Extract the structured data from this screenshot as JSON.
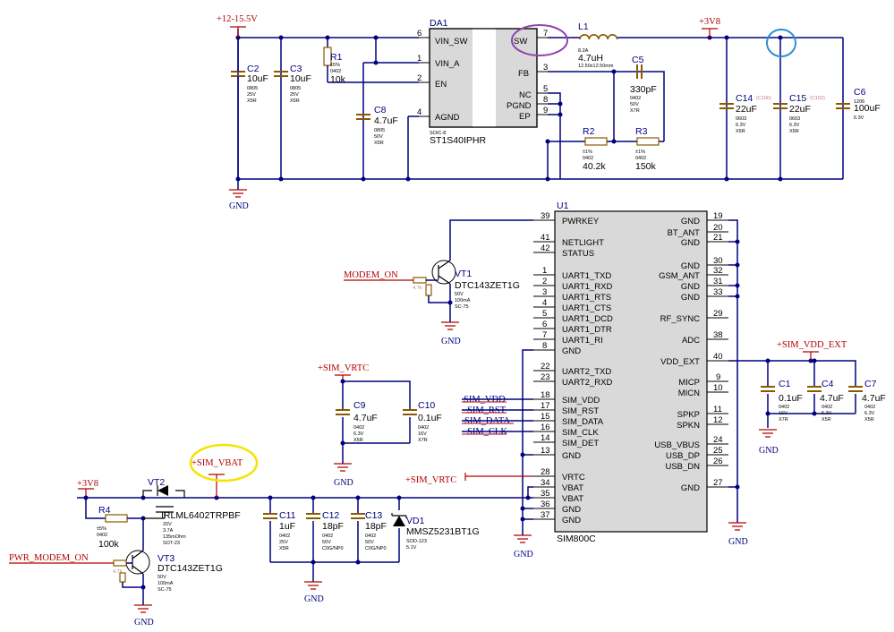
{
  "power_nets": {
    "vin": "+12-15.5V",
    "v3v8_top": "+3V8",
    "v3v8_bottom": "+3V8",
    "sim_vdd_ext": "+SIM_VDD_EXT",
    "sim_vrtc_top": "+SIM_VRTC",
    "sim_vrtc_port": "+SIM_VRTC",
    "sim_vbat": "+SIM_VBAT"
  },
  "gnd_label": "GND",
  "net_labels": {
    "modem_on": "MODEM_ON",
    "pwr_modem_on": "PWR_MODEM_ON",
    "sim_vdd": "SIM_VDD",
    "sim_rst": "SIM_RST",
    "sim_data": "SIM_DATA",
    "sim_clk": "SIM_CLK"
  },
  "da1": {
    "ref": "DA1",
    "part": "ST1S40IPHR",
    "package": "SOIC-8",
    "left_pins": [
      {
        "num": "6",
        "name": "VIN_SW"
      },
      {
        "num": "1",
        "name": "VIN_A"
      },
      {
        "num": "2",
        "name": "EN"
      },
      {
        "num": "4",
        "name": "AGND"
      }
    ],
    "right_pins": [
      {
        "num": "7",
        "name": "SW"
      },
      {
        "num": "3",
        "name": "FB"
      },
      {
        "num": "5",
        "name": "NC"
      },
      {
        "num": "8",
        "name": "PGND"
      },
      {
        "num": "9",
        "name": "EP"
      }
    ]
  },
  "u1": {
    "ref": "U1",
    "part": "SIM800C",
    "left_pins": [
      {
        "num": "39",
        "name": "PWRKEY"
      },
      {
        "num": "41",
        "name": "NETLIGHT"
      },
      {
        "num": "42",
        "name": "STATUS"
      },
      {
        "num": "1",
        "name": "UART1_TXD"
      },
      {
        "num": "2",
        "name": "UART1_RXD"
      },
      {
        "num": "3",
        "name": "UART1_RTS"
      },
      {
        "num": "4",
        "name": "UART1_CTS"
      },
      {
        "num": "5",
        "name": "UART1_DCD"
      },
      {
        "num": "6",
        "name": "UART1_DTR"
      },
      {
        "num": "7",
        "name": "UART1_RI"
      },
      {
        "num": "8",
        "name": "GND"
      },
      {
        "num": "22",
        "name": "UART2_TXD"
      },
      {
        "num": "23",
        "name": "UART2_RXD"
      },
      {
        "num": "18",
        "name": "SIM_VDD"
      },
      {
        "num": "17",
        "name": "SIM_RST"
      },
      {
        "num": "15",
        "name": "SIM_DATA"
      },
      {
        "num": "16",
        "name": "SIM_CLK"
      },
      {
        "num": "14",
        "name": "SIM_DET"
      },
      {
        "num": "13",
        "name": "GND"
      },
      {
        "num": "28",
        "name": "VRTC"
      },
      {
        "num": "34",
        "name": "VBAT"
      },
      {
        "num": "35",
        "name": "VBAT"
      },
      {
        "num": "36",
        "name": "GND"
      },
      {
        "num": "37",
        "name": "GND"
      }
    ],
    "right_pins": [
      {
        "num": "19",
        "name": "GND"
      },
      {
        "num": "20",
        "name": "BT_ANT"
      },
      {
        "num": "21",
        "name": "GND"
      },
      {
        "num": "30",
        "name": "GND"
      },
      {
        "num": "32",
        "name": "GSM_ANT"
      },
      {
        "num": "31",
        "name": "GND"
      },
      {
        "num": "33",
        "name": "GND"
      },
      {
        "num": "29",
        "name": "RF_SYNC"
      },
      {
        "num": "38",
        "name": "ADC"
      },
      {
        "num": "40",
        "name": "VDD_EXT"
      },
      {
        "num": "9",
        "name": "MICP"
      },
      {
        "num": "10",
        "name": "MICN"
      },
      {
        "num": "11",
        "name": "SPKP"
      },
      {
        "num": "12",
        "name": "SPKN"
      },
      {
        "num": "24",
        "name": "USB_VBUS"
      },
      {
        "num": "25",
        "name": "USB_DP"
      },
      {
        "num": "26",
        "name": "USB_DN"
      },
      {
        "num": "27",
        "name": "GND"
      }
    ]
  },
  "components": {
    "c2": {
      "ref": "C2",
      "value": "10uF",
      "spec": [
        "0805",
        "25V",
        "X5R"
      ]
    },
    "c3": {
      "ref": "C3",
      "value": "10uF",
      "spec": [
        "0805",
        "25V",
        "X5R"
      ]
    },
    "r1": {
      "ref": "R1",
      "value": "10k",
      "spec": [
        "±5%",
        "0402"
      ]
    },
    "c8": {
      "ref": "C8",
      "value": "4.7uF",
      "spec": [
        "0805",
        "50V",
        "X5R"
      ]
    },
    "l1": {
      "ref": "L1",
      "value": "4.7uH",
      "spec": [
        "8.2A",
        "12.50x12.50mm"
      ]
    },
    "c5": {
      "ref": "C5",
      "value": "330pF",
      "spec": [
        "0402",
        "50V",
        "X7R"
      ]
    },
    "r2": {
      "ref": "R2",
      "value": "40.2k",
      "spec": [
        "±1%",
        "0402"
      ]
    },
    "r3": {
      "ref": "R3",
      "value": "150k",
      "spec": [
        "±1%",
        "0402"
      ]
    },
    "c14": {
      "ref": "C14",
      "value": "22uF",
      "desig": "(C100)",
      "spec": [
        "0603",
        "6.3V",
        "X5R"
      ]
    },
    "c15": {
      "ref": "C15",
      "value": "22uF",
      "desig": "(C102)",
      "spec": [
        "0603",
        "6.3V",
        "X5R"
      ]
    },
    "c6": {
      "ref": "C6",
      "value": "100uF",
      "spec": [
        "1206",
        "6.3V"
      ]
    },
    "vt1": {
      "ref": "VT1",
      "value": "DTC143ZET1G",
      "spec": [
        "50V",
        "100mA",
        "SC-75"
      ],
      "r_label": "4.7k"
    },
    "c9": {
      "ref": "C9",
      "value": "4.7uF",
      "spec": [
        "0402",
        "6.3V",
        "X5R"
      ]
    },
    "c10": {
      "ref": "C10",
      "value": "0.1uF",
      "spec": [
        "0402",
        "16V",
        "X7R"
      ]
    },
    "c1": {
      "ref": "C1",
      "value": "0.1uF",
      "spec": [
        "0402",
        "16V",
        "X7R"
      ]
    },
    "c4": {
      "ref": "C4",
      "value": "4.7uF",
      "spec": [
        "0402",
        "6.3V",
        "X5R"
      ]
    },
    "c7": {
      "ref": "C7",
      "value": "4.7uF",
      "spec": [
        "0402",
        "6.3V",
        "X5R"
      ]
    },
    "vt2": {
      "ref": "VT2",
      "value": "IRLML6402TRPBF",
      "spec": [
        "20V",
        "3.7A",
        "135mOhm",
        "SOT-23"
      ]
    },
    "r4": {
      "ref": "R4",
      "value": "100k",
      "spec": [
        "±5%",
        "0402"
      ]
    },
    "vt3": {
      "ref": "VT3",
      "value": "DTC143ZET1G",
      "spec": [
        "50V",
        "100mA",
        "SC-75"
      ],
      "r_label": "4.7k"
    },
    "c11": {
      "ref": "C11",
      "value": "1uF",
      "spec": [
        "0402",
        "25V",
        "X5R"
      ]
    },
    "c12": {
      "ref": "C12",
      "value": "18pF",
      "spec": [
        "0402",
        "50V",
        "C0G/NP0"
      ]
    },
    "c13": {
      "ref": "C13",
      "value": "18pF",
      "spec": [
        "0402",
        "50V",
        "C0G/NP0"
      ]
    },
    "vd1": {
      "ref": "VD1",
      "value": "MMSZ5231BT1G",
      "spec": [
        "SOD-123",
        "5.1V"
      ]
    }
  },
  "highlight_colors": {
    "sw_pin": "#8e44ad",
    "output_node": "#2a8fd6",
    "sim_vbat": "#f5e400"
  }
}
